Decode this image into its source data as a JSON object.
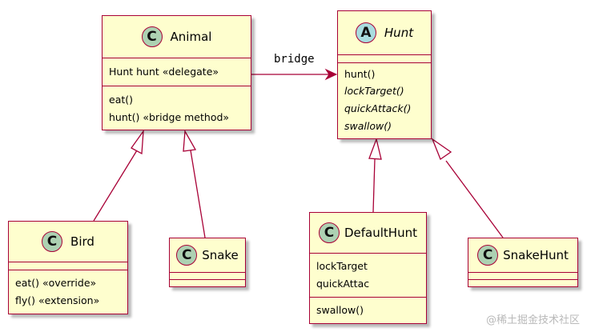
{
  "classes": {
    "animal": {
      "badge": "C",
      "name": "Animal",
      "fields": [
        "Hunt hunt   «delegate»"
      ],
      "methods": [
        "eat()",
        "hunt() «bridge method»"
      ]
    },
    "hunt": {
      "badge": "A",
      "name": "Hunt",
      "methods": [
        "hunt()",
        "lockTarget()",
        "quickAttack()",
        "swallow()"
      ]
    },
    "bird": {
      "badge": "C",
      "name": "Bird",
      "methods": [
        "eat()   «override»",
        "fly()   «extension»"
      ]
    },
    "snake": {
      "badge": "C",
      "name": "Snake"
    },
    "default_hunt": {
      "badge": "C",
      "name": "DefaultHunt",
      "fields": [
        "lockTarget",
        "quickAttac"
      ],
      "methods": [
        "swallow()"
      ]
    },
    "snake_hunt": {
      "badge": "C",
      "name": "SnakeHunt"
    }
  },
  "relations": {
    "bridge_label": "bridge"
  },
  "watermark": "@稀土掘金技术社区",
  "colors": {
    "class_fill": "#fefece",
    "border": "#a80036",
    "class_badge": "#add1b2",
    "abstract_badge": "#a9dcdf"
  }
}
